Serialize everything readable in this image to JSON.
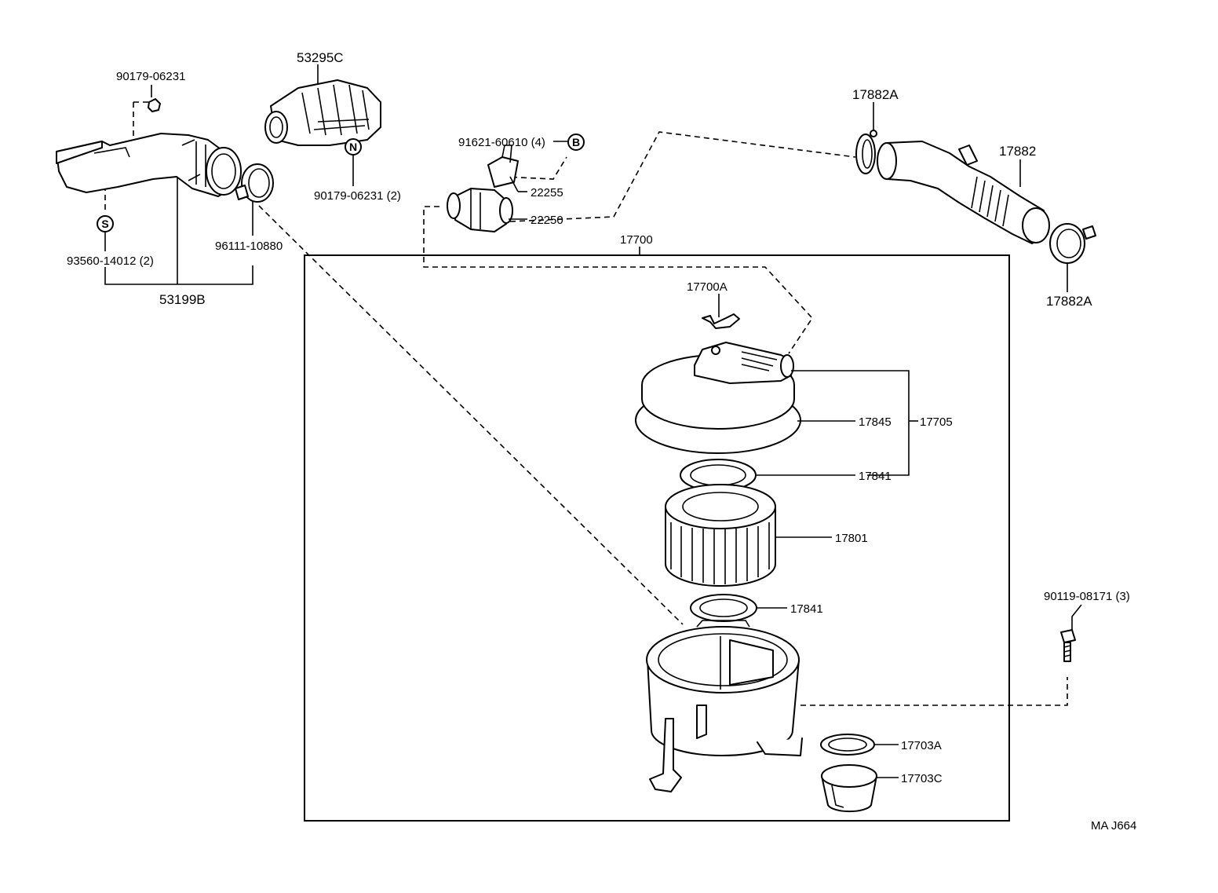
{
  "labels": {
    "l_90179_06231_top": "90179-06231",
    "l_53295C": "53295C",
    "l_90179_06231_2": "90179-06231 (2)",
    "l_93560_14012_2": "93560-14012 (2)",
    "l_96111_10880": "96111-10880",
    "l_53199B": "53199B",
    "l_91621_60610_4": "91621-60610 (4)",
    "l_22255": "22255",
    "l_22250": "22250",
    "l_17700": "17700",
    "l_17700A": "17700A",
    "l_17882A_top": "17882A",
    "l_17882": "17882",
    "l_17882A_bottom": "17882A",
    "l_17845": "17845",
    "l_17705": "17705",
    "l_17841_upper": "17841",
    "l_17801": "17801",
    "l_17841_lower": "17841",
    "l_90119_08171_3": "90119-08171 (3)",
    "l_17703A": "17703A",
    "l_17703C": "17703C",
    "l_drawing_code": "MA  J664"
  },
  "symbols": {
    "s_letter": "S",
    "n_letter": "N",
    "b_letter": "B"
  }
}
